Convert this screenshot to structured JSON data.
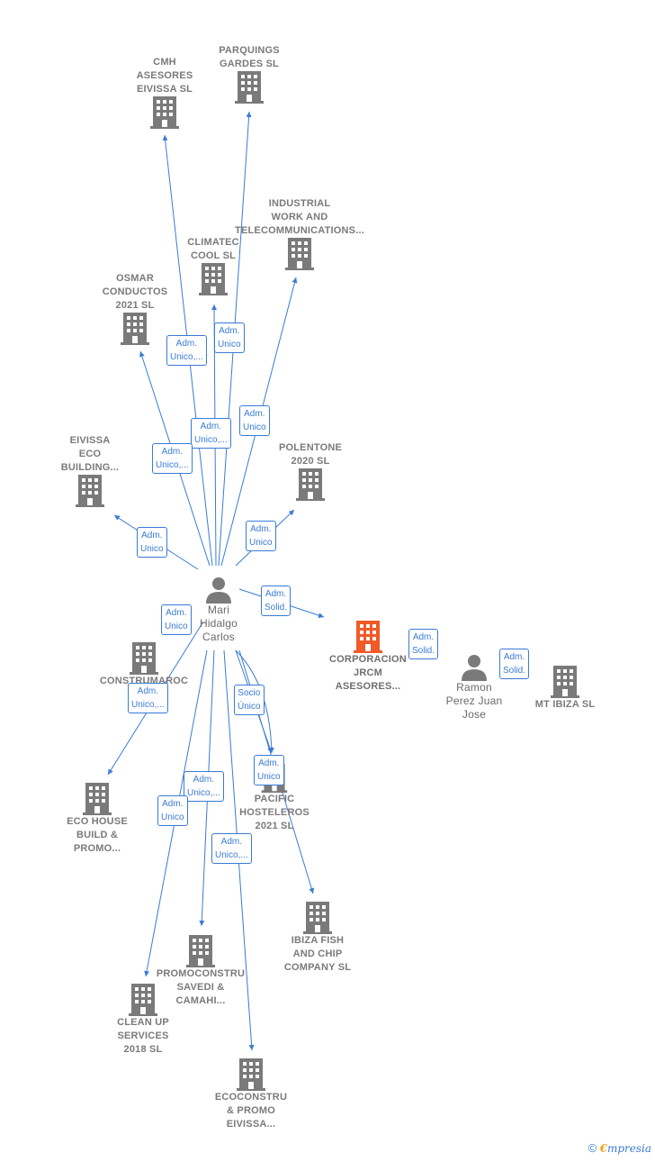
{
  "colors": {
    "edge": "#3a7bd5",
    "building": "#7a7a7a",
    "highlight": "#f05a28",
    "person": "#7a7a7a"
  },
  "nodes": [
    {
      "id": "cmh",
      "label": "CMH\nASESORES\nEIVISSA  SL",
      "icon": "building-icon"
    },
    {
      "id": "parquings",
      "label": "PARQUINGS\nGARDES  SL",
      "icon": "building-icon"
    },
    {
      "id": "industrial",
      "label": "INDUSTRIAL\nWORK AND\nTELECOMMUNICATIONS...",
      "icon": "building-icon"
    },
    {
      "id": "climatec",
      "label": "CLIMATEC\nCOOL SL",
      "icon": "building-icon"
    },
    {
      "id": "osmar",
      "label": "OSMAR\nCONDUCTOS\n2021  SL",
      "icon": "building-icon"
    },
    {
      "id": "eivissa",
      "label": "EIVISSA\nECO\nBUILDING...",
      "icon": "building-icon"
    },
    {
      "id": "polentone",
      "label": "POLENTONE\n2020  SL",
      "icon": "building-icon"
    },
    {
      "id": "mari",
      "label": "Mari\nHidalgo\nCarlos",
      "icon": "person-icon"
    },
    {
      "id": "corporacion",
      "label": "CORPORACION\nJRCM\nASESORES...",
      "icon": "building-icon"
    },
    {
      "id": "ramon",
      "label": "Ramon\nPerez Juan\nJose",
      "icon": "person-icon"
    },
    {
      "id": "mtibiza",
      "label": "MT IBIZA  SL",
      "icon": "building-icon"
    },
    {
      "id": "construmaroc",
      "label": "CONSTRUMAROC\nEDI\n2",
      "icon": "building-icon"
    },
    {
      "id": "ecohouse",
      "label": "ECO HOUSE\nBUILD &\nPROMO...",
      "icon": "building-icon"
    },
    {
      "id": "pacific",
      "label": "PACIFIC\nHOSTELEROS\n2021  SL",
      "icon": "building-icon"
    },
    {
      "id": "ibizafish",
      "label": "IBIZA FISH\nAND CHIP\nCOMPANY  SL",
      "icon": "building-icon"
    },
    {
      "id": "promoconstru",
      "label": "PROMOCONSTRU\nSAVEDI &\nCAMAHI...",
      "icon": "building-icon"
    },
    {
      "id": "cleanup",
      "label": "CLEAN UP\nSERVICES\n2018  SL",
      "icon": "building-icon"
    },
    {
      "id": "ecoconstru",
      "label": "ECOCONSTRU\n& PROMO\nEIVISSA...",
      "icon": "building-icon"
    }
  ],
  "edge_labels": [
    "Adm.\nUnico,...",
    "Adm.\nUnico",
    "Adm.\nUnico,...",
    "Adm.\nUnico",
    "Adm.\nUnico,...",
    "Adm.\nUnico",
    "Adm.\nUnico",
    "Adm.\nSolid.",
    "Adm.\nSolid.",
    "Adm.\nSolid.",
    "Adm.\nUnico",
    "Adm.\nUnico,...",
    "Socio\nÚnico",
    "Adm.\nUnico",
    "Adm.\nUnico,...",
    "Adm.\nUnico",
    "Adm.\nUnico,..."
  ],
  "footer": {
    "copyright": "©",
    "brand_initial": "€",
    "brand_rest": "mpresia"
  }
}
